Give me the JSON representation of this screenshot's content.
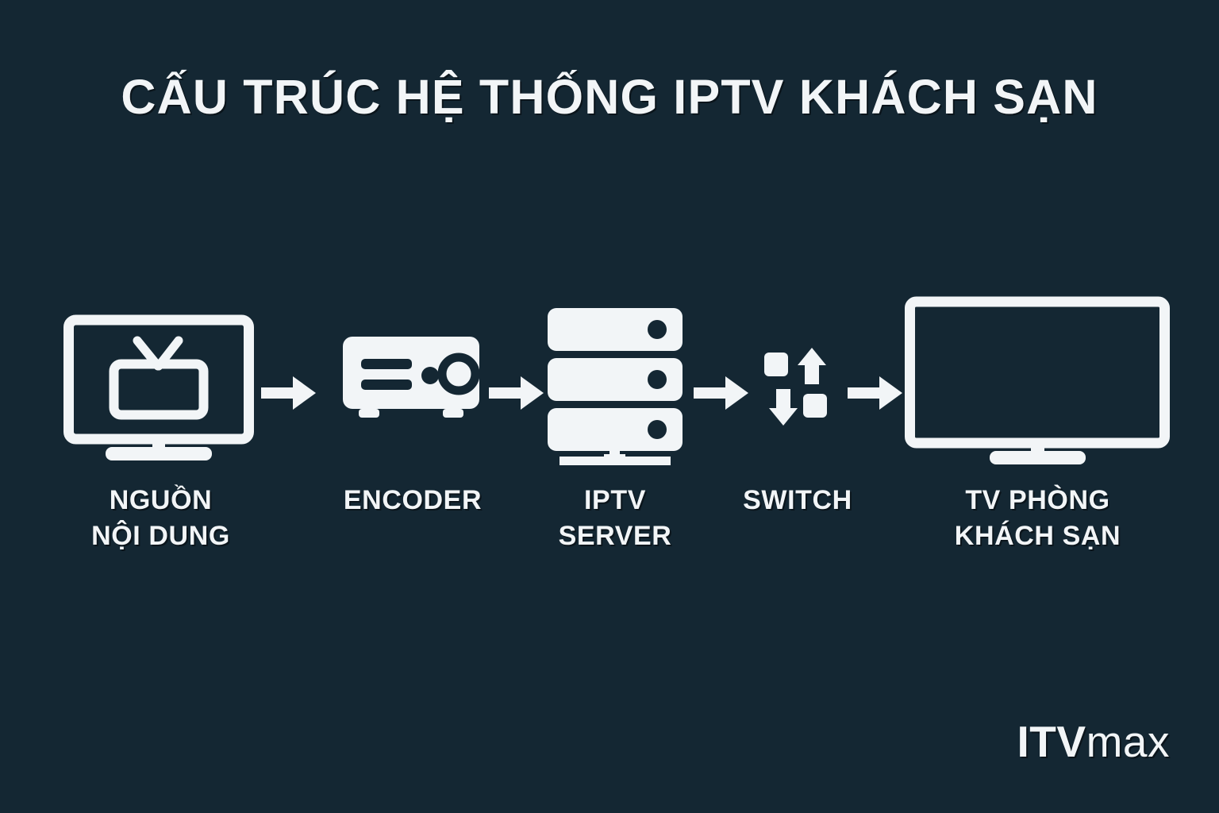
{
  "theme": {
    "background": "#142733",
    "foreground": "#f2f5f7",
    "shadow": "#000000"
  },
  "header": {
    "title": "CẤU TRÚC HỆ THỐNG IPTV KHÁCH SẠN"
  },
  "diagram": {
    "type": "horizontal-flow",
    "direction": "left-to-right",
    "node_count": 5,
    "connector_count": 4,
    "connector_glyph": "→",
    "nodes": [
      {
        "id": "content-source",
        "label": "NGUỒN\nNỘI DUNG",
        "label_line1": "NGUỒN",
        "label_line2": "NỘI DUNG",
        "icon": "monitor-with-retro-tv-icon",
        "order": 1
      },
      {
        "id": "encoder",
        "label": "ENCODER",
        "label_line1": "ENCODER",
        "label_line2": "",
        "icon": "encoder-box-icon",
        "order": 2
      },
      {
        "id": "iptv-server",
        "label": "IPTV\nSERVER",
        "label_line1": "IPTV",
        "label_line2": "SERVER",
        "icon": "server-rack-icon",
        "order": 3
      },
      {
        "id": "switch",
        "label": "SWITCH",
        "label_line1": "SWITCH",
        "label_line2": "",
        "icon": "network-switch-arrows-icon",
        "order": 4
      },
      {
        "id": "hotel-room-tv",
        "label": "TV PHÒNG\nKHÁCH SẠN",
        "label_line1": "TV PHÒNG",
        "label_line2": "KHÁCH SẠN",
        "icon": "flat-screen-tv-icon",
        "order": 5
      }
    ],
    "connectors": [
      {
        "id": "arrow-1",
        "from": "content-source",
        "to": "encoder",
        "glyph": "→"
      },
      {
        "id": "arrow-2",
        "from": "encoder",
        "to": "iptv-server",
        "glyph": "→"
      },
      {
        "id": "arrow-3",
        "from": "iptv-server",
        "to": "switch",
        "glyph": "→"
      },
      {
        "id": "arrow-4",
        "from": "switch",
        "to": "hotel-room-tv",
        "glyph": "→"
      }
    ]
  },
  "branding": {
    "logo_bold": "ITV",
    "logo_light": "max",
    "logo_full": "ITVmax"
  }
}
